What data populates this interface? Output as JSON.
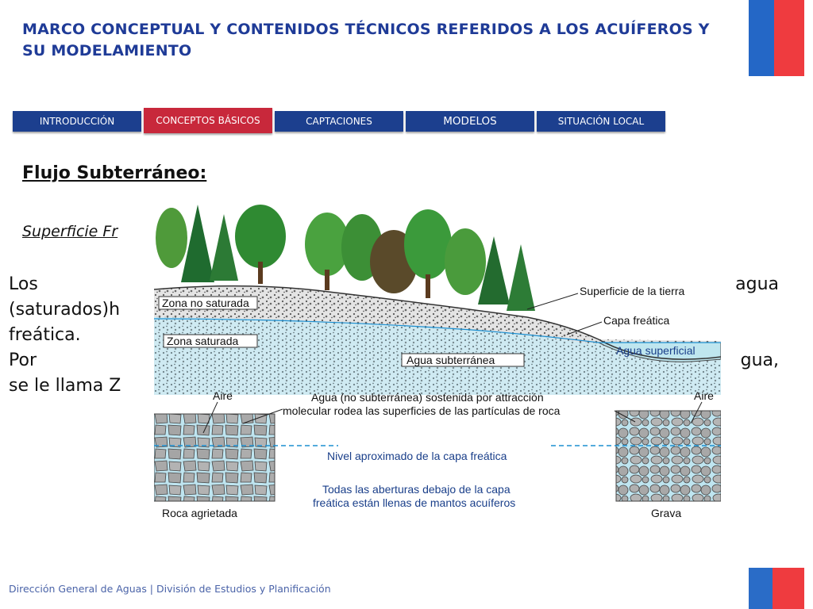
{
  "header": {
    "title": "MARCO CONCEPTUAL Y CONTENIDOS TÉCNICOS REFERIDOS A LOS ACUÍFEROS Y SU MODELAMIENTO"
  },
  "nav": {
    "tabs": [
      {
        "label": "INTRODUCCIÓN",
        "active": false
      },
      {
        "label": "CONCEPTOS BÁSICOS",
        "active": true
      },
      {
        "label": "CAPTACIONES",
        "active": false
      },
      {
        "label": "MODELOS",
        "active": false
      },
      {
        "label": "SITUACIÓN LOCAL",
        "active": false
      }
    ]
  },
  "content": {
    "title": "Flujo Subterráneo:",
    "subtitle": "Superficie Fr",
    "paragraphs": [
      "Los poros ... agua",
      "(saturados)h",
      "freática.",
      "Por debajo d ... gua,",
      "se le llama Z"
    ]
  },
  "figure": {
    "labels": {
      "zona_no_saturada": "Zona no saturada",
      "zona_saturada": "Zona saturada",
      "superficie_tierra": "Superficie de la tierra",
      "capa_freatica": "Capa freática",
      "agua_superficial": "Agua superficial",
      "agua_subterranea": "Agua subterránea",
      "aire_left": "Aire",
      "aire_right": "Aire",
      "agua_no_sub_1": "Agua (no subterránea) sostenida por attracción",
      "agua_no_sub_2": "molecular rodea las superficies de las partículas de roca",
      "nivel": "Nivel aproximado de la capa freática",
      "todas_1": "Todas las aberturas debajo de la capa",
      "todas_2": "freática están llenas de mantos acuíferos",
      "roca": "Roca agrietada",
      "grava": "Grava"
    }
  },
  "footer": {
    "text": "Dirección General de Aguas | División de Estudios y Planificación"
  },
  "colors": {
    "title": "#1f3b97",
    "tab": "#1c3f8e",
    "tab_active": "#c8283b",
    "flag_blue": "#2467c6",
    "flag_red": "#ef3b3f"
  }
}
